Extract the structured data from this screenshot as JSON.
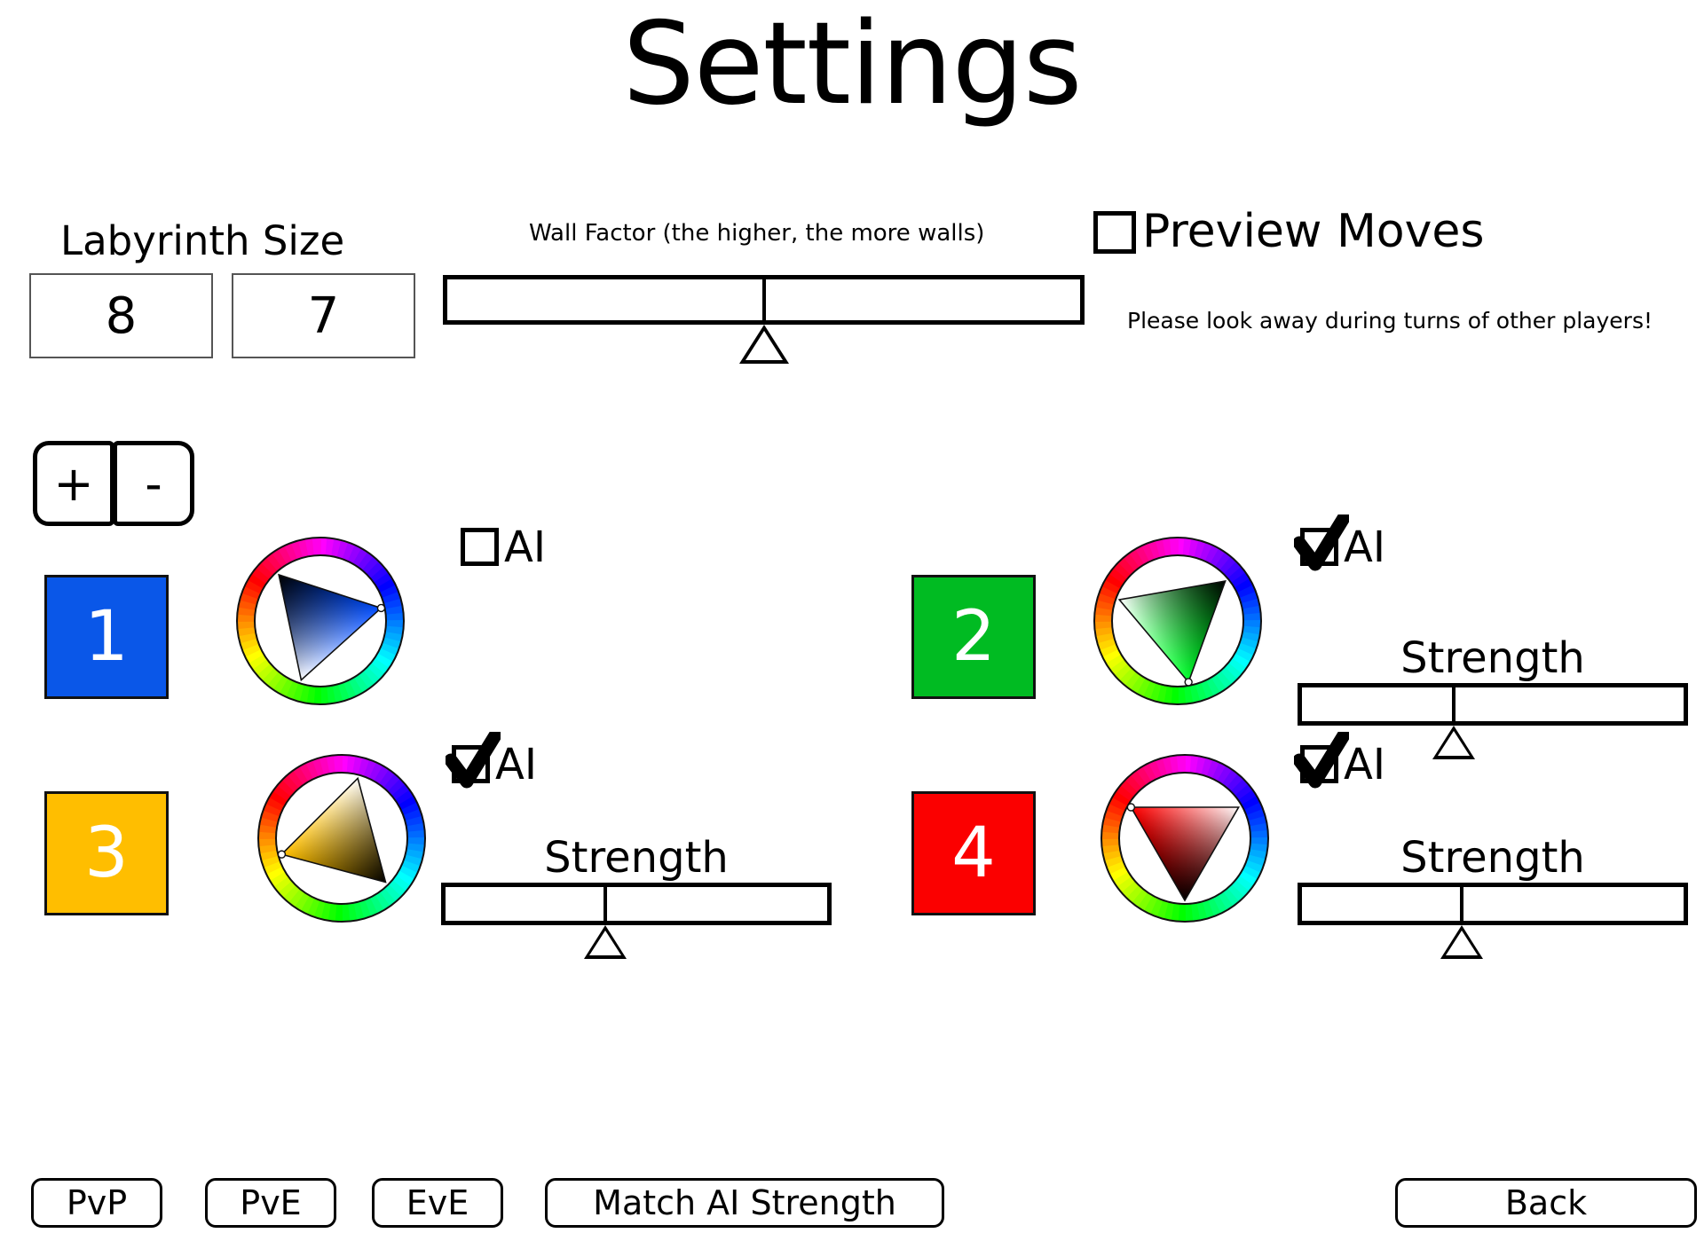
{
  "page": {
    "title": "Settings",
    "background": "#ffffff"
  },
  "labyrinth": {
    "label": "Labyrinth Size",
    "width_value": "8",
    "height_value": "7"
  },
  "wall_factor": {
    "label": "Wall Factor (the higher, the more walls)",
    "thumb_percent": 50
  },
  "preview_moves": {
    "label": "Preview Moves",
    "checked": true,
    "hint": "Please look away during turns of other players!"
  },
  "stepper": {
    "plus_label": "+",
    "minus_label": "-"
  },
  "strength_label": "Strength",
  "ai_label": "AI",
  "players": [
    {
      "number": "1",
      "color": "#0a57e8",
      "hue_angle": 222,
      "ai_checked": false,
      "has_strength": false,
      "strength_percent": 0
    },
    {
      "number": "2",
      "color": "#00bb22",
      "hue_angle": 130,
      "ai_checked": true,
      "has_strength": true,
      "strength_percent": 40
    },
    {
      "number": "3",
      "color": "#ffbe00",
      "hue_angle": 45,
      "ai_checked": true,
      "has_strength": true,
      "strength_percent": 42
    },
    {
      "number": "4",
      "color": "#fb0000",
      "hue_angle": 0,
      "ai_checked": true,
      "has_strength": true,
      "strength_percent": 42
    }
  ],
  "footer": {
    "pvp_label": "PvP",
    "pve_label": "PvE",
    "eve_label": "EvE",
    "match_label": "Match AI Strength",
    "back_label": "Back"
  }
}
